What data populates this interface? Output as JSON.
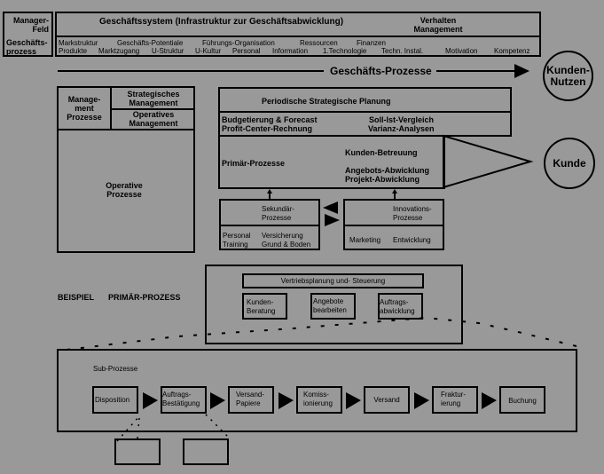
{
  "top_left": {
    "manager_feld": "Manager-\nFeld",
    "manager_line1": "Manager-",
    "manager_line2": "Feld",
    "geschaeft_line1": "Geschäfts-",
    "geschaeft_line2": "prozess"
  },
  "geschaeftssystem": {
    "title": "Geschäftssystem (Infrastruktur zur Geschäftsabwicklung)",
    "verhalten_line1": "Verhalten",
    "verhalten_line2": "Management",
    "row1": [
      "Markstruktur",
      "Geschäfts-Potentiale",
      "Führungs-Organisation",
      "Ressourcen",
      "Finanzen"
    ],
    "row2": [
      "Produkte",
      "Marktzugang",
      "U-Struktur",
      "U-Kultur",
      "Personal",
      "Information",
      "1.Technologie",
      "Techn. Instal.",
      "Motivation",
      "Kompetenz"
    ]
  },
  "process_arrow": {
    "label": "Geschäfts-Prozesse"
  },
  "kunden_nutzen": {
    "line1": "Kunden-",
    "line2": "Nutzen"
  },
  "left_block": {
    "management_line1": "Manage-",
    "management_line2": "ment",
    "management_line3": "Prozesse",
    "strategisch_line1": "Strategisches",
    "strategisch_line2": "Management",
    "operativ_line1": "Operatives",
    "operativ_line2": "Management",
    "operative_line1": "Operative",
    "operative_line2": "Prozesse"
  },
  "planning": {
    "title": "Periodische Strategische Planung",
    "budget": "Budgetierung & Forecast",
    "profit": "Profit-Center-Rechnung",
    "soll": "Soll-Ist-Vergleich",
    "varianz": "Varianz-Analysen",
    "primaer": "Primär-Prozesse",
    "kundenbetreuung": "Kunden-Betreuung",
    "angebot": "Angebots-Abwicklung",
    "projekt": "Projekt-Abwicklung"
  },
  "kunde": {
    "label": "Kunde"
  },
  "sekundaer": {
    "title_line1": "Sekundär-",
    "title_line2": "Prozesse",
    "personal": "Personal",
    "training": "Training",
    "versicherung": "Versicherung",
    "grund": "Grund & Boden"
  },
  "innovation": {
    "title_line1": "Innovations-",
    "title_line2": "Prozesse",
    "marketing": "Marketing",
    "entwicklung": "Entwicklung"
  },
  "beispiel": {
    "label1": "BEISPIEL",
    "label2": "PRIMÄR-PROZESS"
  },
  "vertrieb": {
    "title": "Vertriebsplanung und- Steuerung",
    "items": [
      {
        "line1": "Kunden-",
        "line2": "Beratung"
      },
      {
        "line1": "Angebote",
        "line2": "bearbeiten"
      },
      {
        "line1": "Auftrags-",
        "line2": "abwicklung"
      }
    ]
  },
  "sub_prozesse": {
    "label": "Sub-Prozesse",
    "steps": [
      {
        "line1": "Disposition",
        "line2": ""
      },
      {
        "line1": "Auftrags-",
        "line2": "Bestätigung"
      },
      {
        "line1": "Versand-",
        "line2": "Papiere"
      },
      {
        "line1": "Komiss-",
        "line2": "ionierung"
      },
      {
        "line1": "Versand",
        "line2": ""
      },
      {
        "line1": "Fraktur-",
        "line2": "ierung"
      },
      {
        "line1": "Buchung",
        "line2": ""
      }
    ]
  },
  "colors": {
    "background": "#999999",
    "line": "#000000"
  }
}
